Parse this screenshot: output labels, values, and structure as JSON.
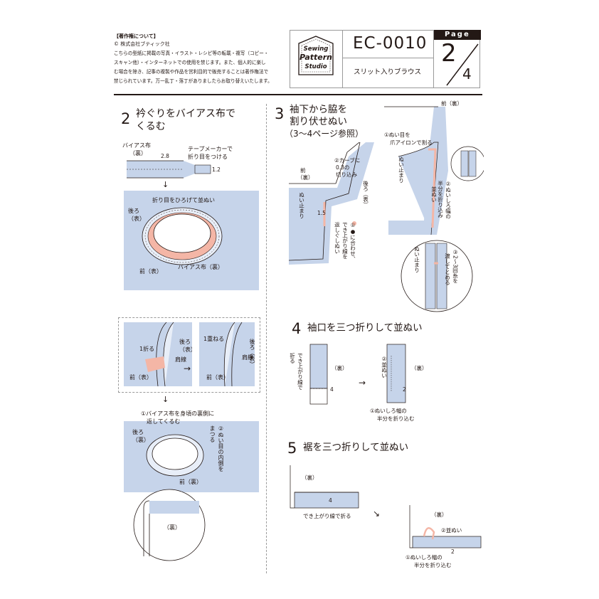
{
  "copyright": {
    "heading": "【著作権について】",
    "company": "© 株式会社ブティック社",
    "lines": [
      "こちらの型紙に掲載の写真・イラスト・レシピ等の転載・複写（コピー・",
      "スキャン他）・インターネットでの使用を禁じます。また、個人的に楽し",
      "む場合を除き、記事の複製や作品を営利目的で販売することは著作権法で",
      "禁じられています。万一乱丁・落丁がありましたらお取り替えいたします。"
    ]
  },
  "header": {
    "logo_words": [
      "Sewing",
      "Pattern",
      "Studio"
    ],
    "code": "EC-0010",
    "title": "スリット入りブラウス",
    "page_label": "Page",
    "page_current": "2",
    "page_total": "4"
  },
  "colors": {
    "accent_blue": "#c6d4ea",
    "accent_pink": "#f4b6a6",
    "line": "#231815"
  },
  "step2": {
    "number": "2",
    "title_lines": [
      "衿ぐりをバイアス布で",
      "くるむ"
    ],
    "bias_label_1": "バイアス布",
    "bias_label_2": "（裏）",
    "tape_label_1": "テープメーカーで",
    "tape_label_2": "折り目をつける",
    "dim_28": "2.8",
    "dim_12": "1.2",
    "arrow": "↓",
    "fold_open": "折り目をひろげて並ぬい",
    "back_1": "後ろ",
    "back_2": "（表）",
    "front": "前（表）",
    "bias_back": "バイアス布（裏）",
    "detail_fold1": "1折る",
    "detail_back_1": "後ろ",
    "detail_back_2": "（表）",
    "detail_shoulder": "肩線",
    "detail_front": "前（表）",
    "detail_arrow": "→",
    "detail_overlap": "1重ねる",
    "detail2_back": "後ろ（表）",
    "detail2_shoulder": "肩線",
    "detail2_front": "前（表）",
    "wrap_1": "①バイアス布を身頃の裏側に",
    "wrap_2": "返してくるむ",
    "wrap_back_1": "後ろ",
    "wrap_back_2": "（裏）",
    "wrap_stitch": "②ぬい目の内側を",
    "wrap_stitch_2": "まつる",
    "wrap_front": "前（裏）",
    "zoom_label": "（裏）"
  },
  "step3": {
    "number": "3",
    "title_lines": [
      "袖下から脇を",
      "割り伏せぬい",
      "（3〜4ページ参照）"
    ],
    "curve_1": "②カーブに",
    "curve_2": "0.3の",
    "curve_3": "切り込み",
    "front_1": "前",
    "front_2": "（裏）",
    "back_v": "後ろ（表）",
    "stop_v": "ぬい止まり",
    "dim_15": "1.5",
    "align_v": "①●に合わせ、",
    "align_v2": "でき上がり線を",
    "align_v3": "返しぐしぬい",
    "top_front": "前（裏）",
    "iron_1": "①ぬい目を",
    "iron_2": "爪アイロンで割る",
    "stop2_v": "ぬい止まり",
    "stitch_v": "並ぬい",
    "half_v": "②ぬいしろ幅の",
    "half_v2": "半分を折り込み",
    "stop3_v": "ぬい止まり",
    "thread_v": "③2〜3回糸を",
    "thread_v2": "渡してとめる"
  },
  "step4": {
    "number": "4",
    "title": "袖口を三つ折りして並ぬい",
    "label_back": "（裏）",
    "fold_v": "でき上がり線で",
    "fold_v2": "折る",
    "dim_4": "4",
    "arrow": "→",
    "stitch_v": "②並ぬい",
    "label_back2": "（裏）",
    "dim_2": "2",
    "half_1": "①ぬいしろ幅の",
    "half_2": "半分を折り込む"
  },
  "step5": {
    "number": "5",
    "title": "裾を三つ折りして並ぬい",
    "label_back": "（裏）",
    "dim_4": "4",
    "fold": "でき上がり線で折る",
    "arrow": "↘",
    "label_back2": "（裏）",
    "stitch": "②並ぬい",
    "dim_2": "2",
    "half_1": "①ぬいしろ幅の",
    "half_2": "半分を折り込む"
  }
}
